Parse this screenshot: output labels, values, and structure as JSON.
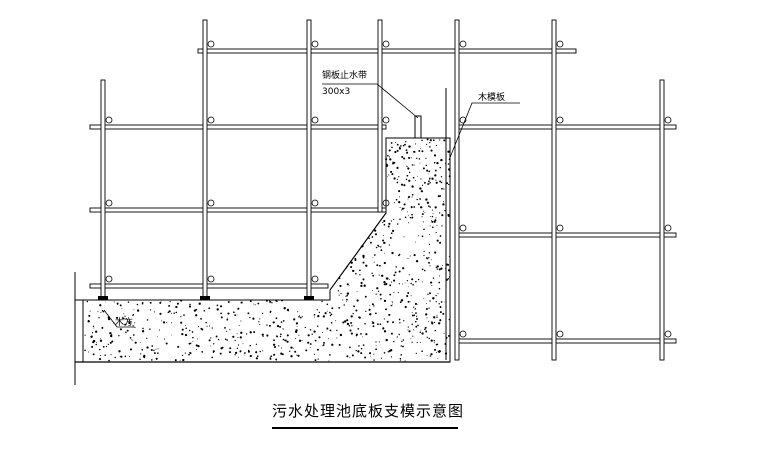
{
  "annotations": {
    "waterstop_name": "钢板止水带",
    "waterstop_size": "300x3",
    "formwork": "木模板",
    "timber": "木方"
  },
  "caption": "污水处理池底板支模示意图",
  "colors": {
    "line": "#000000",
    "background": "#ffffff",
    "concrete_dot": "#000000"
  }
}
